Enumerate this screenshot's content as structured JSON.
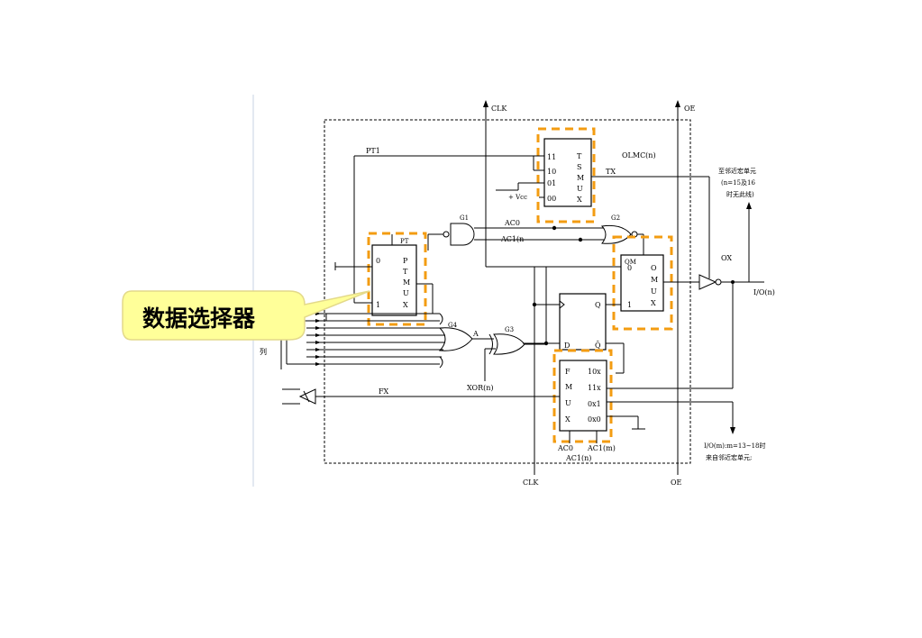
{
  "callout": {
    "text": "数据选择器",
    "fill": "#ffff99",
    "highlight_color": "#f39c12"
  },
  "signals": {
    "clk_top": "CLK",
    "oe_top": "OE",
    "clk_bottom": "CLK",
    "oe_bottom": "OE",
    "pt1": "PT1",
    "tx": "TX",
    "ac0": "AC0",
    "ac1n": "AC1(n",
    "ox": "OX",
    "io_n": "I/O(n)",
    "fx": "FX",
    "xor_n": "XOR(n)",
    "a": "A",
    "vcc": "+ Vcc",
    "olmc": "OLMC(n)",
    "ac1_bottom": "AC1(n)"
  },
  "gates": {
    "g1": "G1",
    "g2": "G2",
    "g3": "G3",
    "g4": "G4"
  },
  "blocks": {
    "tsmux": {
      "inputs": [
        "11",
        "10",
        "01",
        "00"
      ],
      "name": [
        "T",
        "S",
        "M",
        "U",
        "X"
      ]
    },
    "ptmux": {
      "pt_label": "PT",
      "inputs": [
        "0",
        "1"
      ],
      "name": [
        "P",
        "T",
        "M",
        "U",
        "X"
      ]
    },
    "omux": {
      "qm": "QM",
      "inputs": [
        "0",
        "1"
      ],
      "name": [
        "O",
        "M",
        "U",
        "X"
      ]
    },
    "dff": {
      "d": "D",
      "q": "Q",
      "qbar": "Q̄"
    },
    "fmux": {
      "name": [
        "F",
        "M",
        "U",
        "X"
      ],
      "inputs": [
        "10x",
        "11x",
        "0x1",
        "0x0"
      ],
      "sel0": "AC0",
      "sel1": "AC1(m)"
    }
  },
  "notes": {
    "adjacent_top": [
      "至邻近宏单元",
      "(n=15及16",
      "时无此线)"
    ],
    "adjacent_bottom": [
      "I/O(m):m=13~18时",
      "来自邻近宏单元;"
    ],
    "left_mark": "列"
  }
}
